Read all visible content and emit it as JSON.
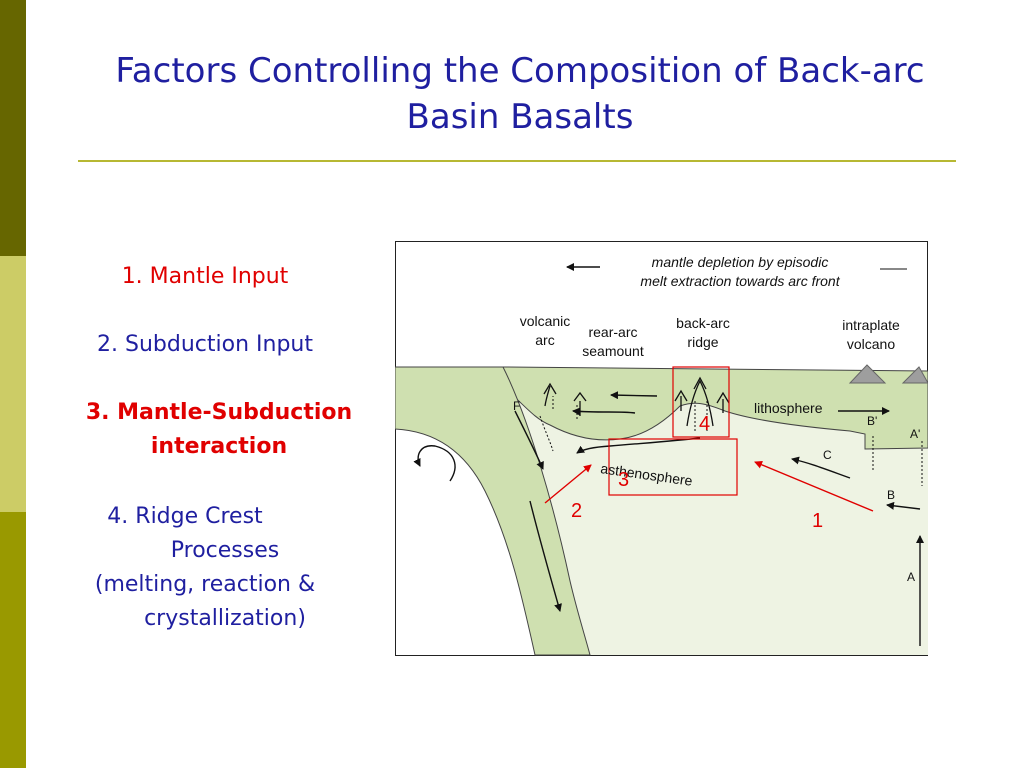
{
  "slide": {
    "title_line1": "Factors Controlling the Composition of Back-arc",
    "title_line2": "Basin Basalts"
  },
  "list": {
    "item1": "1.  Mantle Input",
    "item2": "2. Subduction Input",
    "item3_line1": "3. Mantle-Subduction",
    "item3_line2": "interaction",
    "item4_line1": "4. Ridge Crest",
    "item4_line2": "Processes",
    "item4_line3": "(melting, reaction &",
    "item4_line4": "crystallization)"
  },
  "diagram": {
    "caption_line1": "mantle depletion by episodic",
    "caption_line2": "melt extraction towards arc front",
    "volcanic_arc_1": "volcanic",
    "volcanic_arc_2": "arc",
    "rear_arc_1": "rear-arc",
    "rear_arc_2": "seamount",
    "back_arc_1": "back-arc",
    "back_arc_2": "ridge",
    "intraplate_1": "intraplate",
    "intraplate_2": "volcano",
    "lithosphere": "lithosphere",
    "asthenosphere": "asthenosphere",
    "label_F": "F",
    "label_B_prime": "B'",
    "label_A_prime": "A'",
    "label_C": "C",
    "label_B": "B",
    "label_A": "A",
    "num_1": "1",
    "num_2": "2",
    "num_3": "3",
    "num_4": "4"
  },
  "colors": {
    "sidebar_dark": "#666600",
    "sidebar_light": "#cccc66",
    "sidebar_mid": "#999900",
    "title": "#1f1fa0",
    "accent_red": "#e00000",
    "plate_green": "#cfe0b0",
    "mantle_pale": "#eef3e3"
  }
}
